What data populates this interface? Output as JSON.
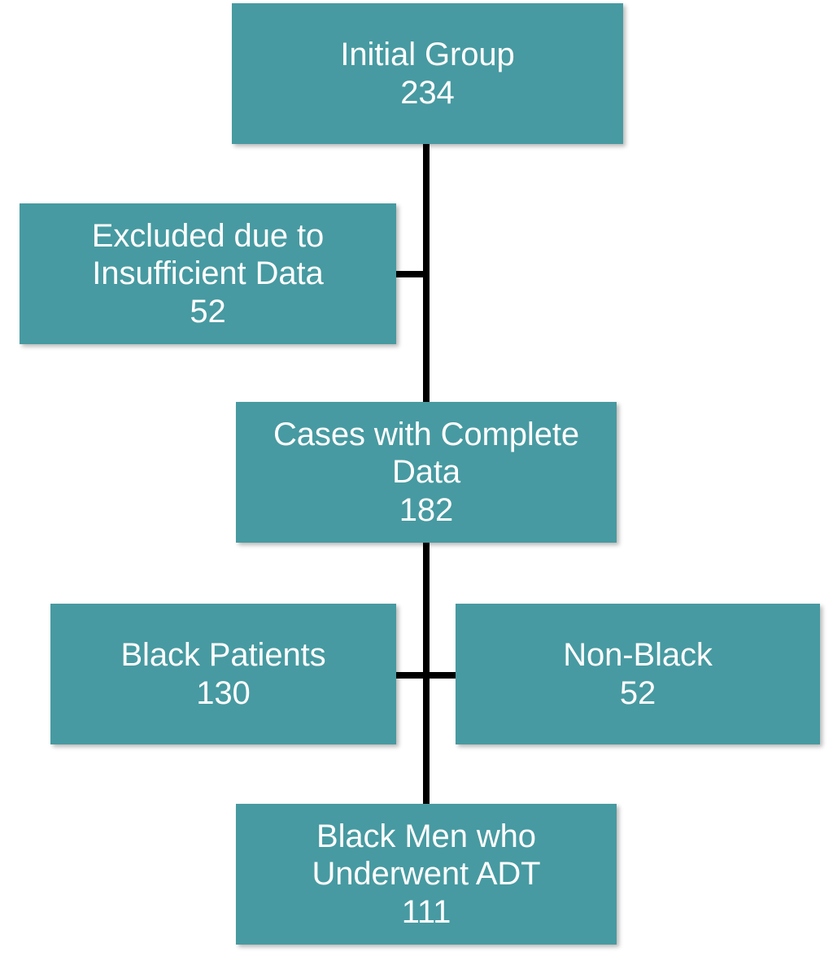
{
  "diagram": {
    "type": "flowchart",
    "orientation": "top-to-bottom",
    "accent_color": "#479aa1",
    "text_color": "#ffffff",
    "connector_color": "#000000",
    "background_color": "#ffffff",
    "nodes": [
      {
        "id": "initial-group",
        "label": "Initial Group",
        "count": "234",
        "row": 1,
        "position": "center"
      },
      {
        "id": "excluded",
        "label": "Excluded due to\nInsufficient Data",
        "count": "52",
        "row": 2,
        "position": "left"
      },
      {
        "id": "complete-data",
        "label": "Cases with Complete\nData",
        "count": "182",
        "row": 3,
        "position": "center"
      },
      {
        "id": "black-patients",
        "label": "Black Patients",
        "count": "130",
        "row": 4,
        "position": "left"
      },
      {
        "id": "non-black",
        "label": "Non-Black",
        "count": "52",
        "row": 4,
        "position": "right"
      },
      {
        "id": "black-men-adt",
        "label": "Black Men who\nUnderwent ADT",
        "count": "111",
        "row": 5,
        "position": "center"
      }
    ],
    "edges": [
      {
        "id": "initial-to-complete",
        "from": "initial-group",
        "to": "complete-data",
        "style": "vertical"
      },
      {
        "id": "excluded-branch",
        "from": "initial-to-complete",
        "to": "excluded",
        "style": "horizontal-left"
      },
      {
        "id": "complete-to-split",
        "from": "complete-data",
        "to": "race-split",
        "style": "vertical"
      },
      {
        "id": "race-split",
        "from": "complete-to-split",
        "to": "black-patients,non-black",
        "style": "horizontal-both"
      },
      {
        "id": "split-to-adt",
        "from": "race-split",
        "to": "black-men-adt",
        "style": "vertical"
      }
    ]
  }
}
